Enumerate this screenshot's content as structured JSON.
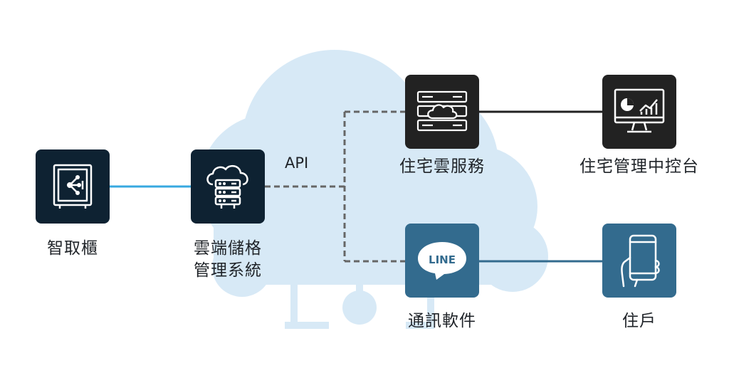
{
  "nodes": {
    "smart_locker": {
      "label": "智取櫃",
      "icon": "safe-box-icon"
    },
    "cloud_storage": {
      "label_line1": "雲端儲格",
      "label_line2": "管理系統",
      "icon": "cloud-server-icon"
    },
    "residential_cloud": {
      "label": "住宅雲服務",
      "icon": "server-rack-cloud-icon"
    },
    "management_console": {
      "label": "住宅管理中控台",
      "icon": "monitor-dashboard-icon"
    },
    "messaging_app": {
      "label": "通訊軟件",
      "icon": "line-app-icon",
      "logo_text": "LINE"
    },
    "resident": {
      "label": "住戶",
      "icon": "hand-phone-icon"
    }
  },
  "edges": {
    "api_label": "API"
  },
  "colors": {
    "cloud_bg": "#d7e9f6",
    "navy": "#0e2232",
    "dark": "#222222",
    "blue": "#336b8e",
    "blue_link": "#37a8e0"
  }
}
